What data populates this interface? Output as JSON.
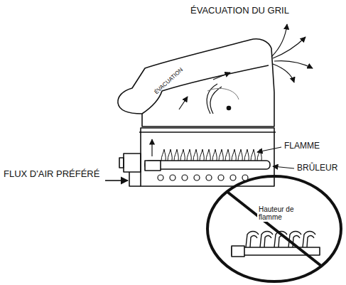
{
  "diagram": {
    "labels": [
      "ÉVACUATION DU GRIL",
      "ÉVACUATION",
      "FLAMME",
      "BRÛLEUR",
      "FLUX D'AIR PRÉFÉRÉ",
      "Hauteur de flamme"
    ]
  }
}
